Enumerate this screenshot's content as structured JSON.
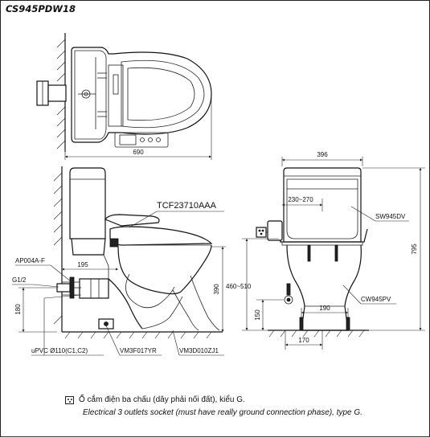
{
  "header": {
    "model_code": "CS945PDW18"
  },
  "top_view": {
    "dims": {
      "width": "690"
    }
  },
  "side_view": {
    "labels": {
      "seat": "TCF23710AAA",
      "valve": "AP004A-F",
      "connector": "G1/2",
      "pipe": "uPVC Ø110(C1,C2)",
      "part_a": "VM3F017YR",
      "part_b": "VM3D010ZJ1"
    },
    "dims": {
      "outlet_offset": "195",
      "outlet_height": "390",
      "valve_height": "180"
    }
  },
  "front_view": {
    "labels": {
      "tank": "SW945DV",
      "bowl": "CW945PV"
    },
    "dims": {
      "top_width": "396",
      "socket_range": "230~270",
      "total_height": "795",
      "seat_height": "460~510",
      "bolt_spacing": "190",
      "outlet_height": "150",
      "base_width": "170"
    }
  },
  "note": {
    "vi": "Ổ cắm điện ba chấu (dây phải nối đất), kiểu G.",
    "en": "Electrical 3 outlets socket (must have really ground connection phase), type G."
  }
}
